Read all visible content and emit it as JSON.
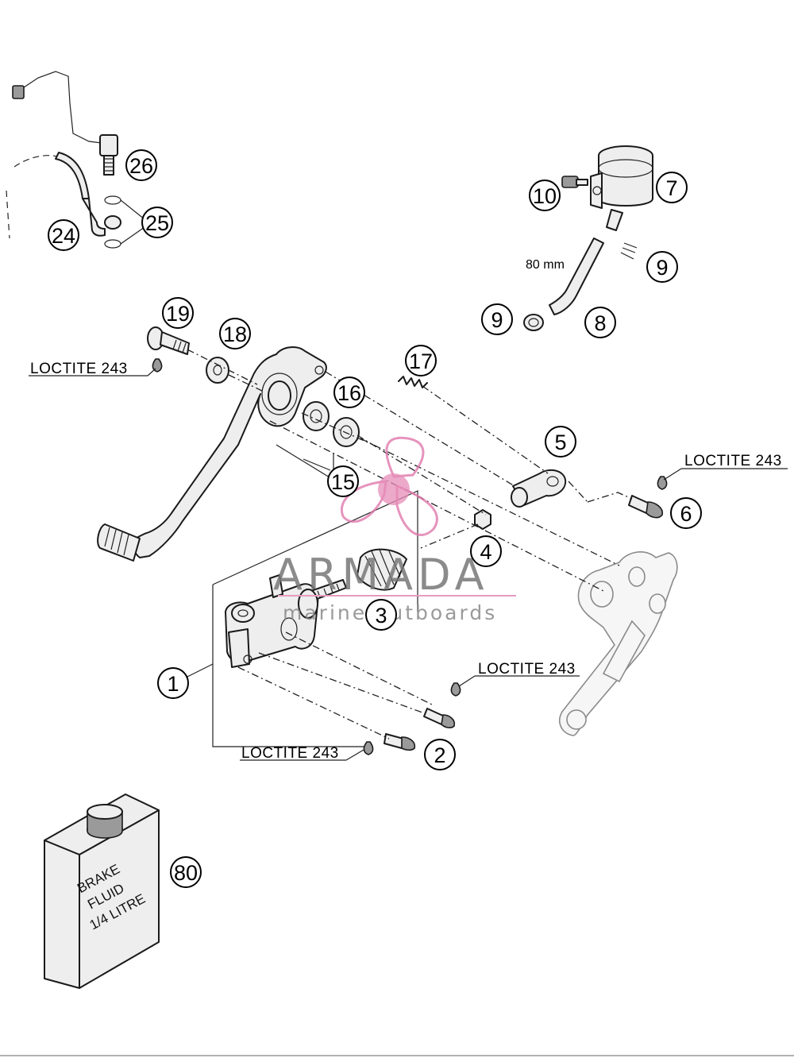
{
  "callouts": [
    {
      "id": "c1",
      "label": "1"
    },
    {
      "id": "c2",
      "label": "2"
    },
    {
      "id": "c3",
      "label": "3"
    },
    {
      "id": "c4",
      "label": "4"
    },
    {
      "id": "c5",
      "label": "5"
    },
    {
      "id": "c6",
      "label": "6"
    },
    {
      "id": "c7",
      "label": "7"
    },
    {
      "id": "c8",
      "label": "8"
    },
    {
      "id": "c9a",
      "label": "9"
    },
    {
      "id": "c9b",
      "label": "9"
    },
    {
      "id": "c10",
      "label": "10"
    },
    {
      "id": "c15",
      "label": "15"
    },
    {
      "id": "c16",
      "label": "16"
    },
    {
      "id": "c17",
      "label": "17"
    },
    {
      "id": "c18",
      "label": "18"
    },
    {
      "id": "c19",
      "label": "19"
    },
    {
      "id": "c24",
      "label": "24"
    },
    {
      "id": "c25",
      "label": "25"
    },
    {
      "id": "c26",
      "label": "26"
    },
    {
      "id": "c80",
      "label": "80"
    }
  ],
  "notes": {
    "loctite_1": "LOCTITE 243",
    "loctite_2": "LOCTITE 243",
    "loctite_3": "LOCTITE 243",
    "loctite_4": "LOCTITE 243",
    "hose_length": "80 mm"
  },
  "brake_fluid_can": {
    "line1": "BRAKE",
    "line2": "FLUID",
    "line3": "1/4 LITRE"
  },
  "watermark": {
    "brand": "ARMADA",
    "tagline": "marine outboards",
    "color": "#e79ac0"
  }
}
